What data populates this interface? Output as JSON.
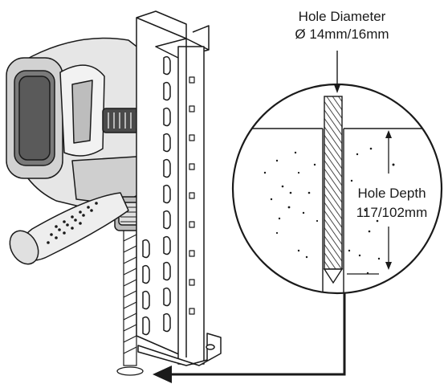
{
  "labels": {
    "hole_diameter_title": "Hole Diameter",
    "hole_diameter_value": "Ø 14mm/16mm",
    "hole_depth_title": "Hole Depth",
    "hole_depth_value": "117/102mm"
  },
  "colors": {
    "line": "#1a1a1a",
    "drill_body": "#e6e6e6",
    "drill_dark": "#4a4a4a",
    "background": "#ffffff"
  },
  "icons": {
    "drill": "hammer-drill-icon",
    "upright": "rack-upright-icon",
    "detail": "magnified-hole-detail-icon"
  }
}
